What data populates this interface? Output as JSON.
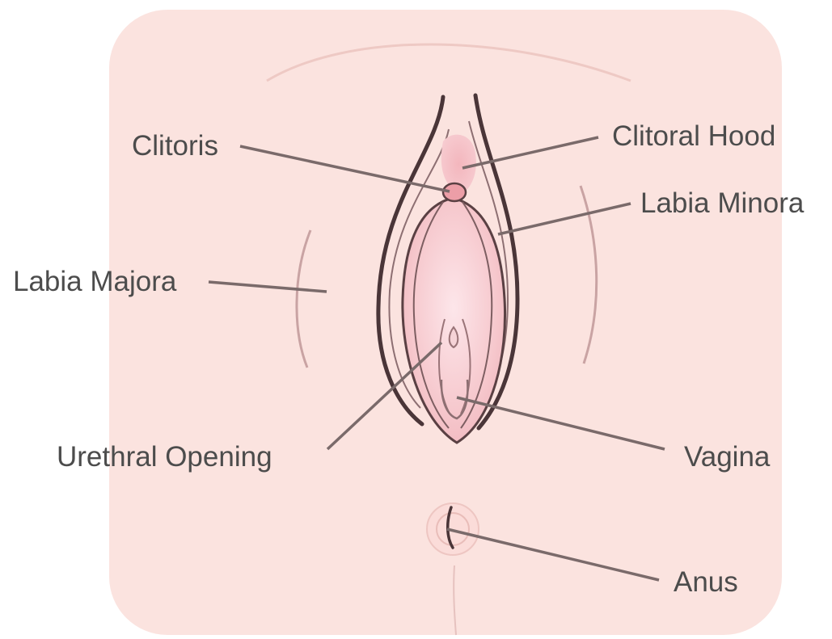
{
  "labels": {
    "clitoris": "Clitoris",
    "clitoral_hood": "Clitoral Hood",
    "labia_minora": "Labia Minora",
    "labia_majora": "Labia Majora",
    "urethral_opening": "Urethral Opening",
    "vagina": "Vagina",
    "anus": "Anus"
  },
  "colors": {
    "background_panel": "#fbe3df",
    "tissue_pink": "#f4c4c7",
    "outline": "#4a3538",
    "leader_line": "#7a6a6a",
    "label_text": "#4c4c4c"
  }
}
